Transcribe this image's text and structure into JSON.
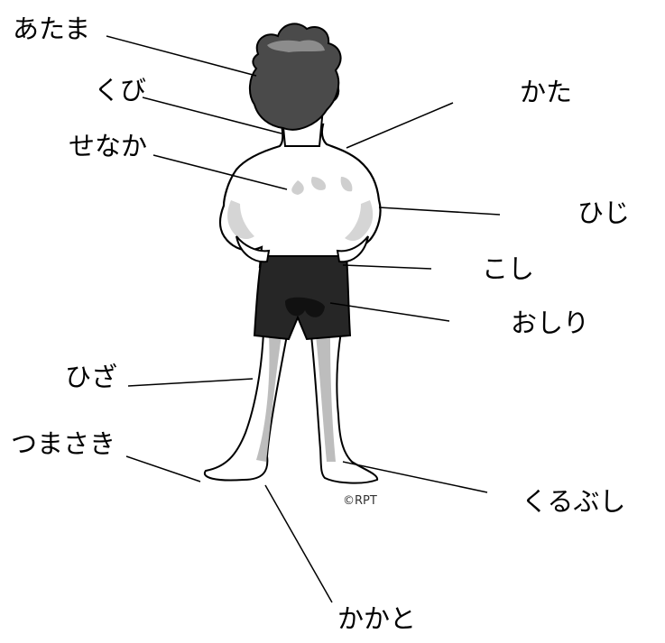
{
  "labels": {
    "atama": "あたま",
    "kubi": "くび",
    "senaka": "せなか",
    "kata": "かた",
    "hiji": "ひじ",
    "koshi": "こし",
    "oshiri": "おしり",
    "hiza": "ひざ",
    "tsumasaki": "つまさき",
    "kurubushi": "くるぶし",
    "kakato": "かかと"
  },
  "copyright": "©RPT",
  "colors": {
    "hair": "#4a4a4a",
    "skin": "#ffffff",
    "shadow": "#bdbdbd",
    "shorts": "#262626",
    "line": "#000000"
  }
}
